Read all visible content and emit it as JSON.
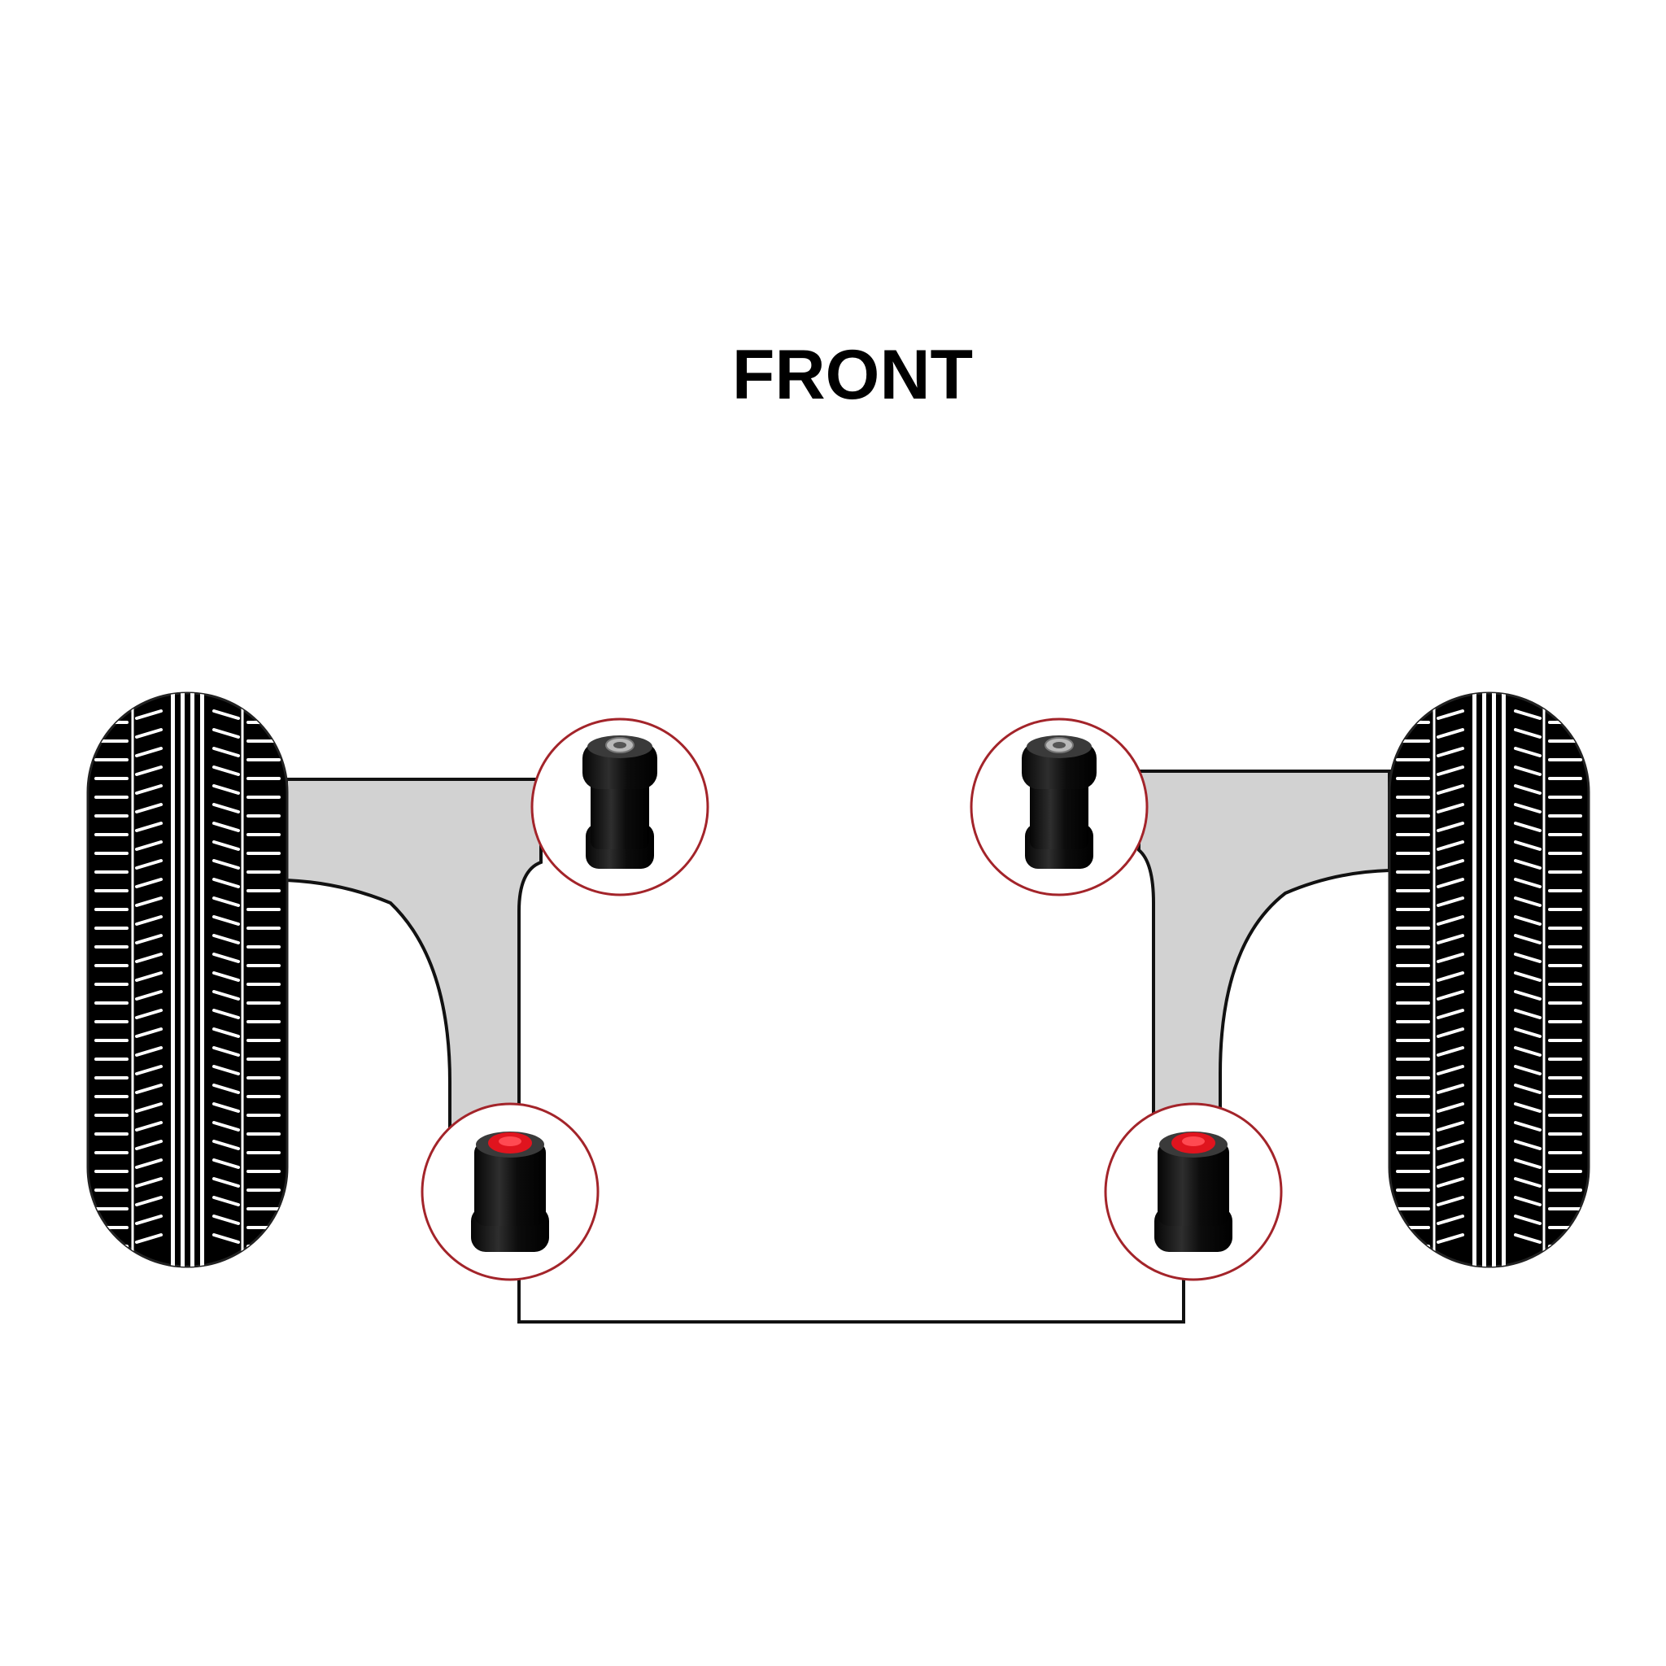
{
  "heading": "FRONT",
  "colors": {
    "background": "#ffffff",
    "arm_fill": "#d2d2d2",
    "outline": "#111111",
    "tyre": "#000000",
    "tread": "#ffffff",
    "callout_ring": "#a3242a",
    "bush_body": "#0b0b0b",
    "bush_highlight": "#3a3a3a",
    "sleeve_metal": "#b9b9b9",
    "insert_red": "#e0141e"
  },
  "parts": {
    "wheels": [
      {
        "side": "left",
        "icon": "tyre-tread-icon"
      },
      {
        "side": "right",
        "icon": "tyre-tread-icon"
      }
    ],
    "control_arms": [
      {
        "side": "left"
      },
      {
        "side": "right"
      }
    ],
    "bushes": [
      {
        "side": "left",
        "position": "front",
        "type": "metal-sleeve",
        "icon": "bush-metal-sleeve-icon"
      },
      {
        "side": "right",
        "position": "front",
        "type": "metal-sleeve",
        "icon": "bush-metal-sleeve-icon"
      },
      {
        "side": "left",
        "position": "rear",
        "type": "red-insert",
        "icon": "bush-red-insert-icon"
      },
      {
        "side": "right",
        "position": "rear",
        "type": "red-insert",
        "icon": "bush-red-insert-icon"
      }
    ]
  }
}
